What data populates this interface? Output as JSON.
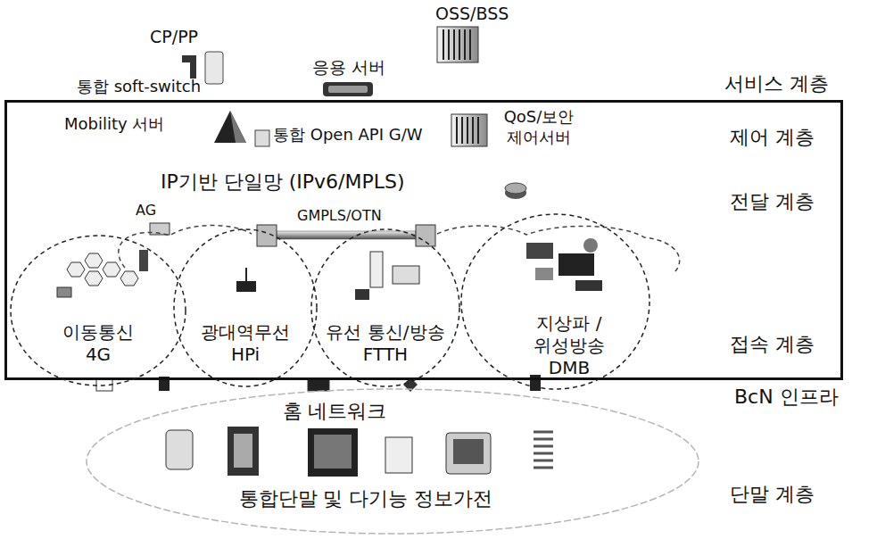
{
  "diagram": {
    "nodes": [
      {
        "text": [
          "BcN 인프라"
        ]
      },
      {
        "text": [
          "이동통신 4G"
        ],
        "in": 0
      },
      {
        "text": [
          "광대역무선 HPi"
        ],
        "in": 0
      },
      {
        "text": [
          "유선 통신/방송 FTTH"
        ],
        "in": 0
      },
      {
        "text": [
          "지상파 /위성방송 DMB"
        ],
        "in": 0
      },
      {
        "text": [
          "홈 네트워크",
          "통합단말 및 다기능 정보가전"
        ]
      }
    ],
    "labels": [
      "OSS/BSS",
      "CP/PP",
      "응용 서버",
      "서비스 계층",
      "통합 soft-switch",
      "Mobility 서버",
      "통합 Open API G/W",
      "QoS/보안 제어서버",
      "제어 계층",
      "IP기반 단일망 (IPv6/MPLS)",
      "전달 계층",
      "AG",
      "GMPLS/OTN",
      "접속 계층",
      "단말 계층"
    ]
  }
}
